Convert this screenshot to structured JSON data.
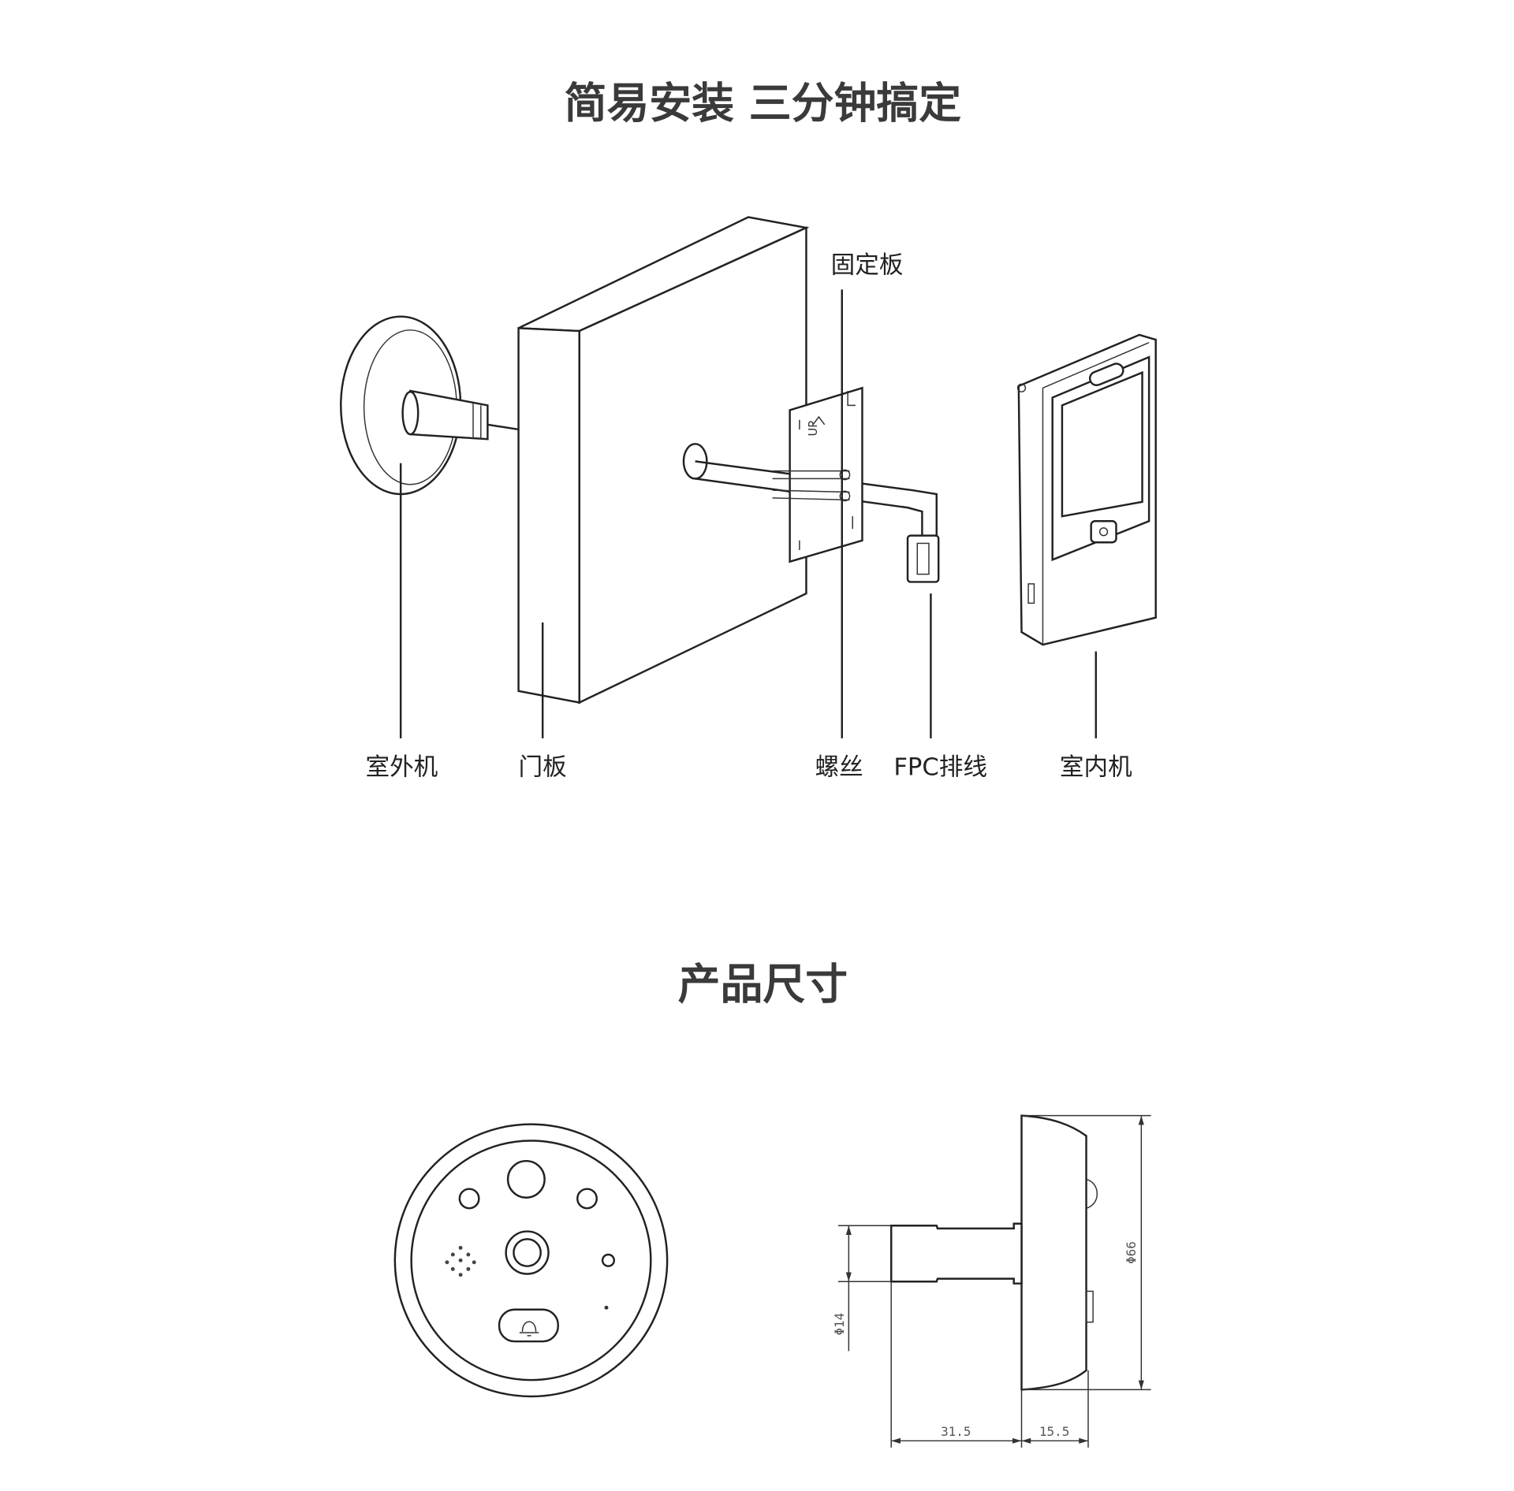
{
  "install": {
    "title": "简易安装  三分钟搞定",
    "labels": {
      "plate": "固定板",
      "outdoor": "室外机",
      "door": "门板",
      "screw": "螺丝",
      "fpc": "FPC排线",
      "indoor": "室内机"
    },
    "plate_mark": "UP"
  },
  "dimensions": {
    "title": "产品尺寸",
    "stem_diameter": "Φ14",
    "body_diameter": "Φ66",
    "stem_length": "31.5",
    "body_depth": "15.5"
  }
}
